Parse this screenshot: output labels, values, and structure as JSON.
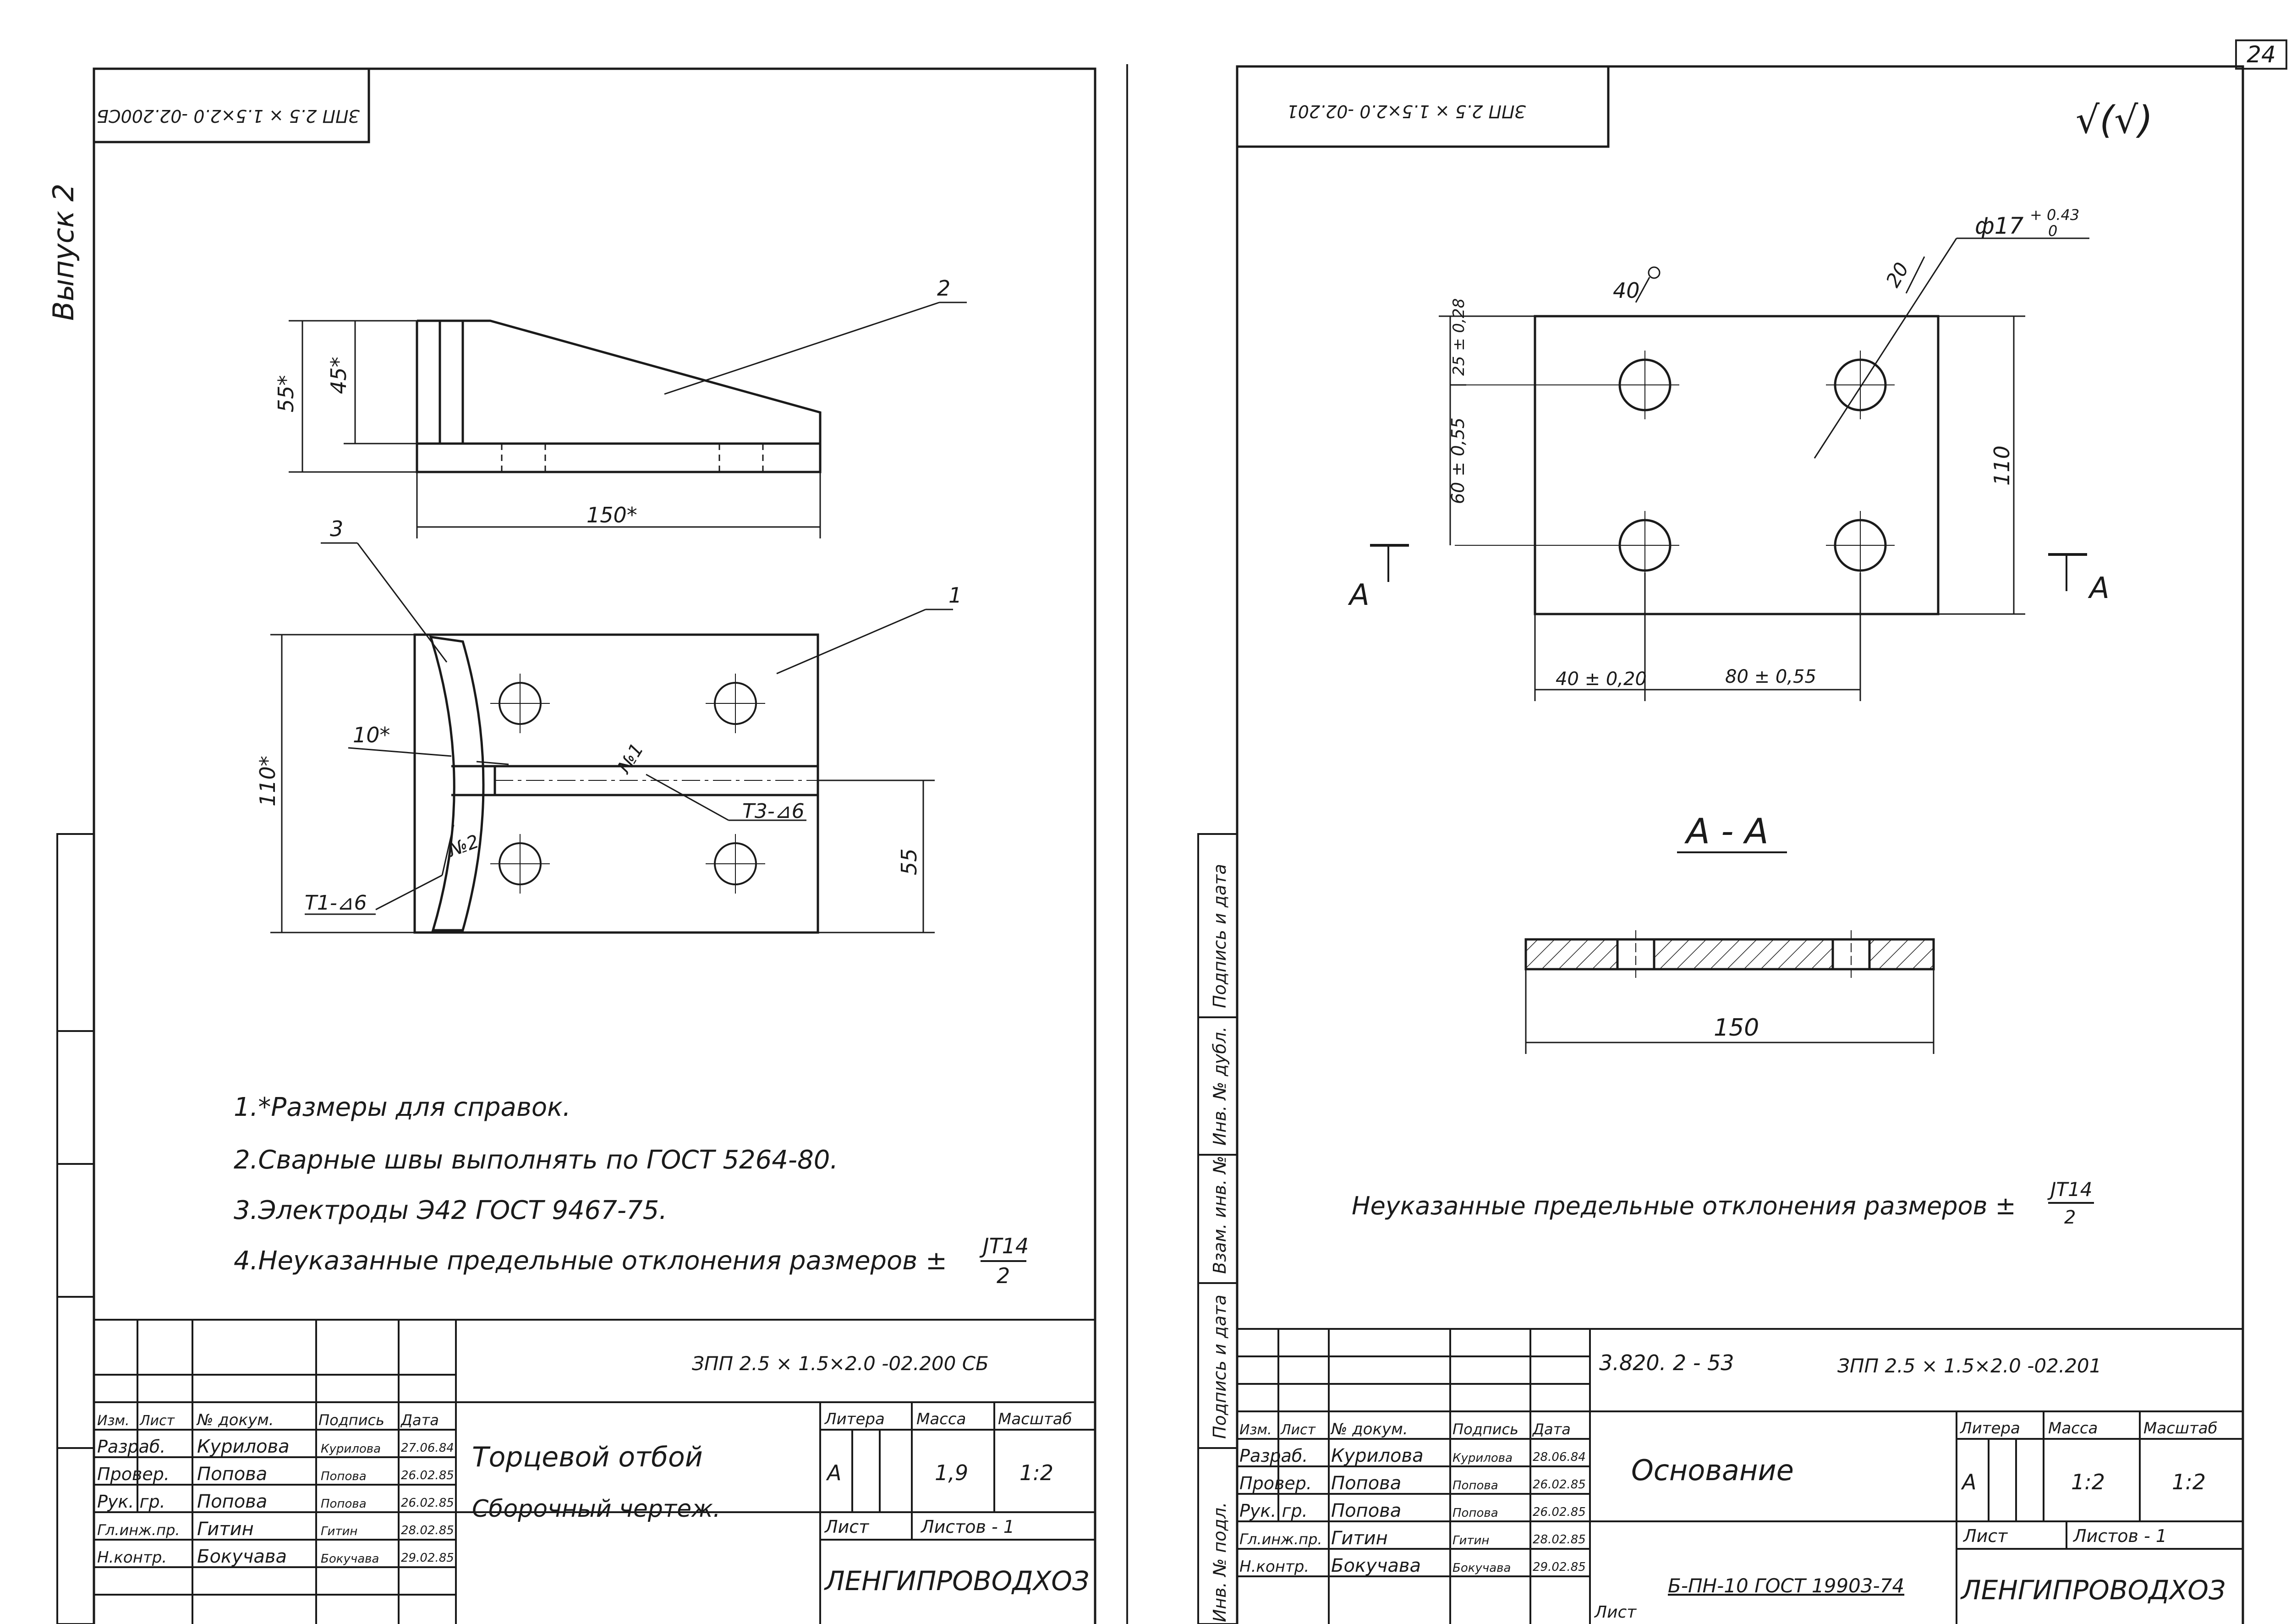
{
  "series_label": "Выпуск 2",
  "page_number": "24",
  "left_sheet": {
    "mirrored_code": "ЗПП 2.5 × 1.5×2.0 -02.200СБ",
    "dims": {
      "d55": "55*",
      "d45": "45*",
      "d150": "150*",
      "d110": "110*",
      "d10": "10*",
      "d55b": "55"
    },
    "callouts": {
      "c1": "1",
      "c2": "2",
      "c3": "3"
    },
    "weld_labels": {
      "n1": "№1",
      "n2": "№2",
      "t3": "Т3-⊿6",
      "t1": "Т1-⊿6"
    },
    "notes": [
      "1.*Размеры для справок.",
      "2.Сварные швы выполнять по ГОСТ 5264-80.",
      "3.Электроды Э42 ГОСТ 9467-75.",
      "4.Неуказанные предельные отклонения размеров ±"
    ],
    "tolerance": {
      "num": "JT14",
      "den": "2"
    },
    "title_block": {
      "doc_code": "ЗПП 2.5 × 1.5×2.0 -02.200 СБ",
      "title_line1": "Торцевой отбой",
      "title_line2": "Сборочный чертеж.",
      "headers": [
        "Изм.",
        "Лист",
        "№ докум.",
        "Подпись",
        "Дата"
      ],
      "rows": [
        {
          "role": "Разраб.",
          "name": "Курилова",
          "sign": "Курилова",
          "date": "27.06.84"
        },
        {
          "role": "Провер.",
          "name": "Попова",
          "sign": "Попова",
          "date": "26.02.85"
        },
        {
          "role": "Рук. гр.",
          "name": "Попова",
          "sign": "Попова",
          "date": "26.02.85"
        },
        {
          "role": "Гл.инж.пр.",
          "name": "Гитин",
          "sign": "Гитин",
          "date": "28.02.85"
        },
        {
          "role": "Н.контр.",
          "name": "Бокучава",
          "sign": "Бокучава",
          "date": "29.02.85"
        }
      ],
      "litera_label": "Литера",
      "mass_label": "Масса",
      "scale_label": "Масштаб",
      "litera": "А",
      "mass": "1,9",
      "scale": "1:2",
      "sheet_label": "Лист",
      "sheets_label": "Листов - 1",
      "org": "ЛЕНГИПРОВОДХОЗ"
    }
  },
  "right_sheet": {
    "mirrored_code": "ЗПП 2.5 × 1.5×2.0 -02.201",
    "roughness": "√(√)",
    "dims": {
      "d40deg": "40",
      "d20": "20",
      "dia": "ф17",
      "dia_tol_up": "+ 0.43",
      "dia_tol_low": "0",
      "d25": "25 ± 0,28",
      "d60": "60 ± 0,55",
      "d110": "110",
      "d40": "40 ± 0,20",
      "d80": "80 ± 0,55",
      "d150": "150"
    },
    "section_mark": "А",
    "section_title": "А - А",
    "tol_note": "Неуказанные предельные отклонения размеров ±",
    "tolerance": {
      "num": "JT14",
      "den": "2"
    },
    "side_labels": [
      "Инв. № подл.",
      "Подпись и дата",
      "Взам. инв. №",
      "Инв. № дубл.",
      "Подпись и дата"
    ],
    "title_block": {
      "series_code": "3.820. 2 - 53",
      "doc_code": "ЗПП 2.5 × 1.5×2.0 -02.201",
      "title": "Основание",
      "headers": [
        "Изм.",
        "Лист",
        "№ докум.",
        "Подпись",
        "Дата"
      ],
      "rows": [
        {
          "role": "Разраб.",
          "name": "Курилова",
          "sign": "Курилова",
          "date": "28.06.84"
        },
        {
          "role": "Провер.",
          "name": "Попова",
          "sign": "Попова",
          "date": "26.02.85"
        },
        {
          "role": "Рук. гр.",
          "name": "Попова",
          "sign": "Попова",
          "date": "26.02.85"
        },
        {
          "role": "Гл.инж.пр.",
          "name": "Гитин",
          "sign": "Гитин",
          "date": "28.02.85"
        },
        {
          "role": "Н.контр.",
          "name": "Бокучава",
          "sign": "Бокучава",
          "date": "29.02.85"
        }
      ],
      "litera_label": "Литера",
      "mass_label": "Масса",
      "scale_label": "Масштаб",
      "litera": "А",
      "mass": "1:2",
      "scale": "1:2",
      "sheet_label": "Лист",
      "sheets_label": "Листов - 1",
      "material": "Б-ПН-10 ГОСТ 19903-74",
      "org": "ЛЕНГИПРОВОДХОЗ"
    }
  }
}
